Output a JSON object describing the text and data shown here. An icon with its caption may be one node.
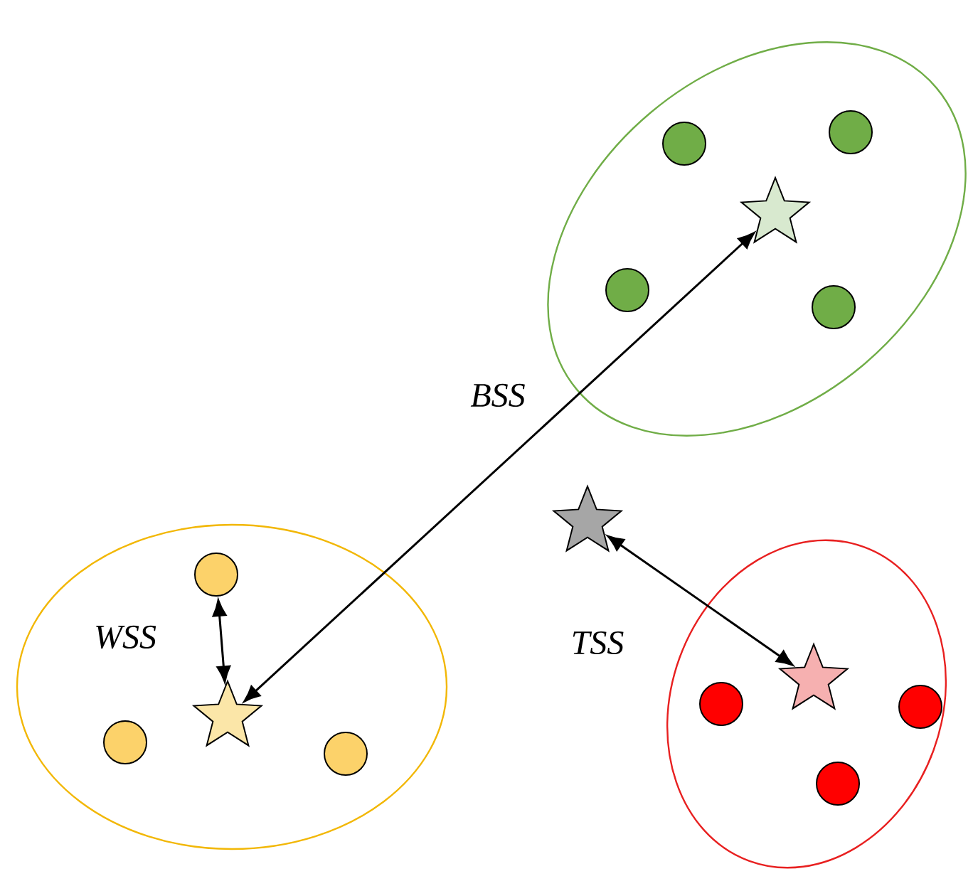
{
  "diagram": {
    "nodes": [
      {
        "text": [],
        "shape": "ellipse"
      },
      {
        "text": [],
        "shape": "circle",
        "in": 0
      },
      {
        "text": [],
        "shape": "circle",
        "in": 0
      },
      {
        "text": [],
        "shape": "star",
        "in": 0
      },
      {
        "text": [],
        "shape": "circle",
        "in": 0
      },
      {
        "text": [],
        "shape": "circle",
        "in": 0
      },
      {
        "text": [],
        "shape": "star"
      },
      {
        "text": [],
        "shape": "ellipse"
      },
      {
        "text": [],
        "shape": "circle",
        "in": 7
      },
      {
        "text": [],
        "shape": "star",
        "in": 7
      },
      {
        "text": [],
        "shape": "circle",
        "in": 7
      },
      {
        "text": [],
        "shape": "circle",
        "in": 7
      },
      {
        "text": [],
        "shape": "ellipse"
      },
      {
        "text": [],
        "shape": "star",
        "in": 12
      },
      {
        "text": [],
        "shape": "circle",
        "in": 12
      },
      {
        "text": [],
        "shape": "circle",
        "in": 12
      },
      {
        "text": [],
        "shape": "circle",
        "in": 12
      }
    ],
    "edges": [
      {
        "from": 9,
        "to": 8,
        "arrow": "both",
        "label": "WSS"
      },
      {
        "from": 9,
        "to": 3,
        "arrow": "both",
        "label": "BSS"
      },
      {
        "from": 6,
        "to": 13,
        "arrow": "both",
        "label": "TSS"
      }
    ]
  }
}
